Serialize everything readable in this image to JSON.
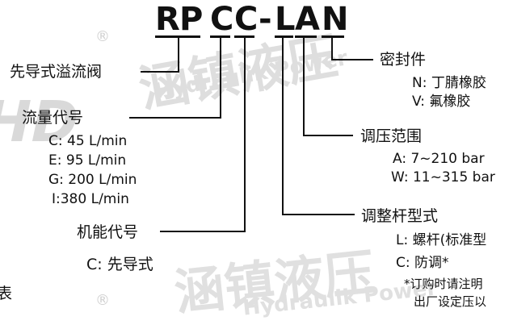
{
  "model_code": {
    "letters": [
      "R",
      "P",
      "C",
      "C",
      "-",
      "L",
      "A",
      "N"
    ]
  },
  "labels": {
    "pilot_relief": "先导式溢流阀",
    "flow_code": "流量代号",
    "flow_options": [
      "C: 45 L/min",
      "E: 95 L/min",
      "G: 200 L/min",
      "I:380 L/min"
    ],
    "function_code": "机能代号",
    "function_options": [
      "C: 先导式"
    ],
    "seal": "密封件",
    "seal_options": [
      "N: 丁腈橡胶",
      "V: 氟橡胶"
    ],
    "pressure_range": "调压范围",
    "pressure_options": [
      "A: 7~210 bar",
      "W: 11~315 bar"
    ],
    "adjuster_type": "调整杆型式",
    "adjuster_options": [
      "L: 螺杆(标准型",
      "C: 防调*",
      "*订购时请注明",
      "出厂设定压以"
    ],
    "left_edge_char": "表"
  },
  "watermark": {
    "text_cn": "涵镇液压",
    "text_en": "Hydraulik Power",
    "registered": "®"
  },
  "colors": {
    "text": "#111111",
    "watermark": "#cfcfcf"
  }
}
